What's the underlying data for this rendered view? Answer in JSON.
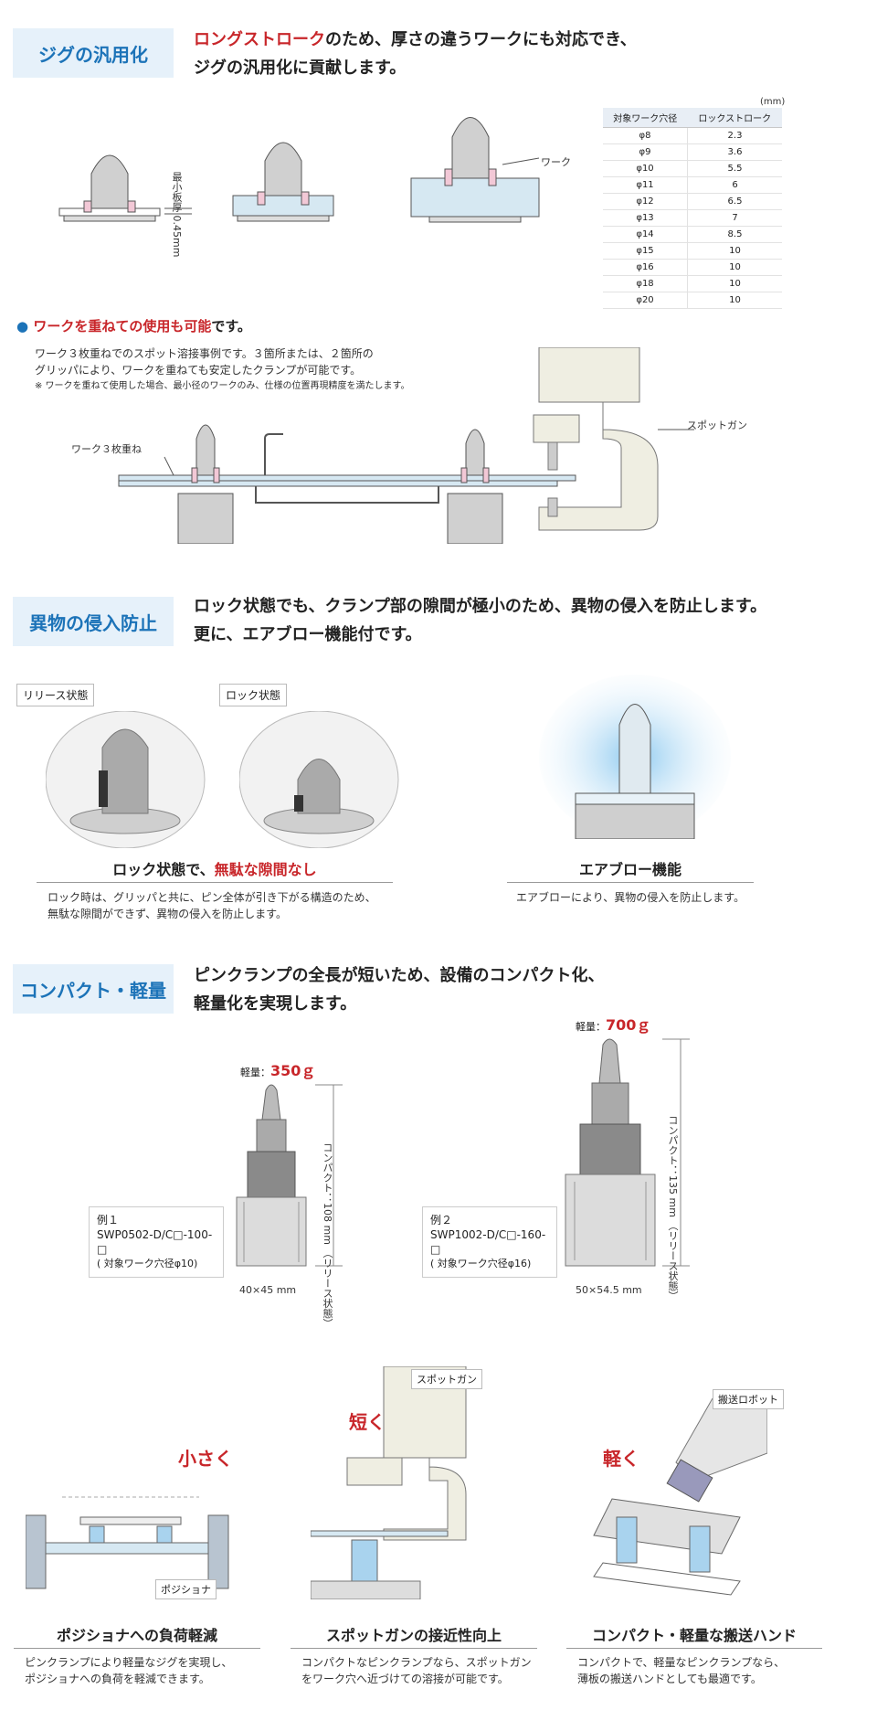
{
  "section1": {
    "tag": "ジグの汎用化",
    "lead_red": "ロングストローク",
    "lead_rest1": "のため、厚さの違うワークにも対応でき、",
    "lead_line2": "ジグの汎用化に貢献します。",
    "min_thickness_label": "最小板厚",
    "min_thickness_value": "0.45mm",
    "work_label": "ワーク",
    "table_unit": "(mm)",
    "table_headers": [
      "対象ワーク穴径",
      "ロックストローク"
    ],
    "table_rows": [
      [
        "φ8",
        "2.3"
      ],
      [
        "φ9",
        "3.6"
      ],
      [
        "φ10",
        "5.5"
      ],
      [
        "φ11",
        "6"
      ],
      [
        "φ12",
        "6.5"
      ],
      [
        "φ13",
        "7"
      ],
      [
        "φ14",
        "8.5"
      ],
      [
        "φ15",
        "10"
      ],
      [
        "φ16",
        "10"
      ],
      [
        "φ18",
        "10"
      ],
      [
        "φ20",
        "10"
      ]
    ],
    "stack_title_red": "ワークを重ねての使用も可能",
    "stack_title_rest": "です。",
    "stack_body1": "ワーク３枚重ねでのスポット溶接事例です。３箇所または、２箇所の",
    "stack_body2": "グリッパにより、ワークを重ねても安定したクランプが可能です。",
    "stack_note": "※ ワークを重ねて使用した場合、最小径のワークのみ、仕様の位置再現精度を満たします。",
    "stack_label": "ワーク３枚重ね",
    "spot_gun_label": "スポットガン"
  },
  "section2": {
    "tag": "異物の侵入防止",
    "lead_line1": "ロック状態でも、クランプ部の隙間が極小のため、異物の侵入を防止します。",
    "lead_line2": "更に、エアブロー機能付です。",
    "release_label": "リリース状態",
    "lock_label": "ロック状態",
    "cap1_prefix": "ロック状態で、",
    "cap1_red": "無駄な隙間なし",
    "cap1_body1": "ロック時は、グリッパと共に、ピン全体が引き下がる構造のため、",
    "cap1_body2": "無駄な隙間ができず、異物の侵入を防止します。",
    "cap2_title": "エアブロー機能",
    "cap2_body": "エアブローにより、異物の侵入を防止します。"
  },
  "section3": {
    "tag": "コンパクト・軽量",
    "lead_line1": "ピンクランプの全長が短いため、設備のコンパクト化、",
    "lead_line2": "軽量化を実現します。",
    "ex1_weight_label": "軽量：",
    "ex1_weight": "350ｇ",
    "ex1_height": "コンパクト：108 mm",
    "ex1_height_note": "（リリース状態）",
    "ex1_line1": "例１",
    "ex1_line2": "SWP0502-D/C□-100-□",
    "ex1_line3": "( 対象ワーク穴径φ10)",
    "ex1_size": "40×45 mm",
    "ex2_weight_label": "軽量：",
    "ex2_weight": "700ｇ",
    "ex2_height": "コンパクト：135 mm",
    "ex2_height_note": "（リリース状態）",
    "ex2_line1": "例２",
    "ex2_line2": "SWP1002-D/C□-160-□",
    "ex2_line3": "( 対象ワーク穴径φ16)",
    "ex2_size": "50×54.5 mm"
  },
  "section4": {
    "small_label": "小さく",
    "short_label": "短く",
    "light_label": "軽く",
    "positioner_label": "ポジショナ",
    "spot_gun_label": "スポットガン",
    "robot_label": "搬送ロボット",
    "items": [
      {
        "title": "ポジショナへの負荷軽減",
        "body1": "ピンクランプにより軽量なジグを実現し、",
        "body2": "ポジショナへの負荷を軽減できます。"
      },
      {
        "title": "スポットガンの接近性向上",
        "body1": "コンパクトなピンクランプなら、スポットガン",
        "body2": "をワーク穴へ近づけての溶接が可能です。"
      },
      {
        "title": "コンパクト・軽量な搬送ハンド",
        "body1": "コンパクトで、軽量なピンクランプなら、",
        "body2": "薄板の搬送ハンドとしても最適です。"
      }
    ]
  },
  "colors": {
    "accent_blue": "#1c73b8",
    "tag_bg": "#e6f1fa",
    "highlight_red": "#c8262a",
    "pin_gray": "#c9c9c9",
    "work_blue": "#d6e8f2"
  }
}
